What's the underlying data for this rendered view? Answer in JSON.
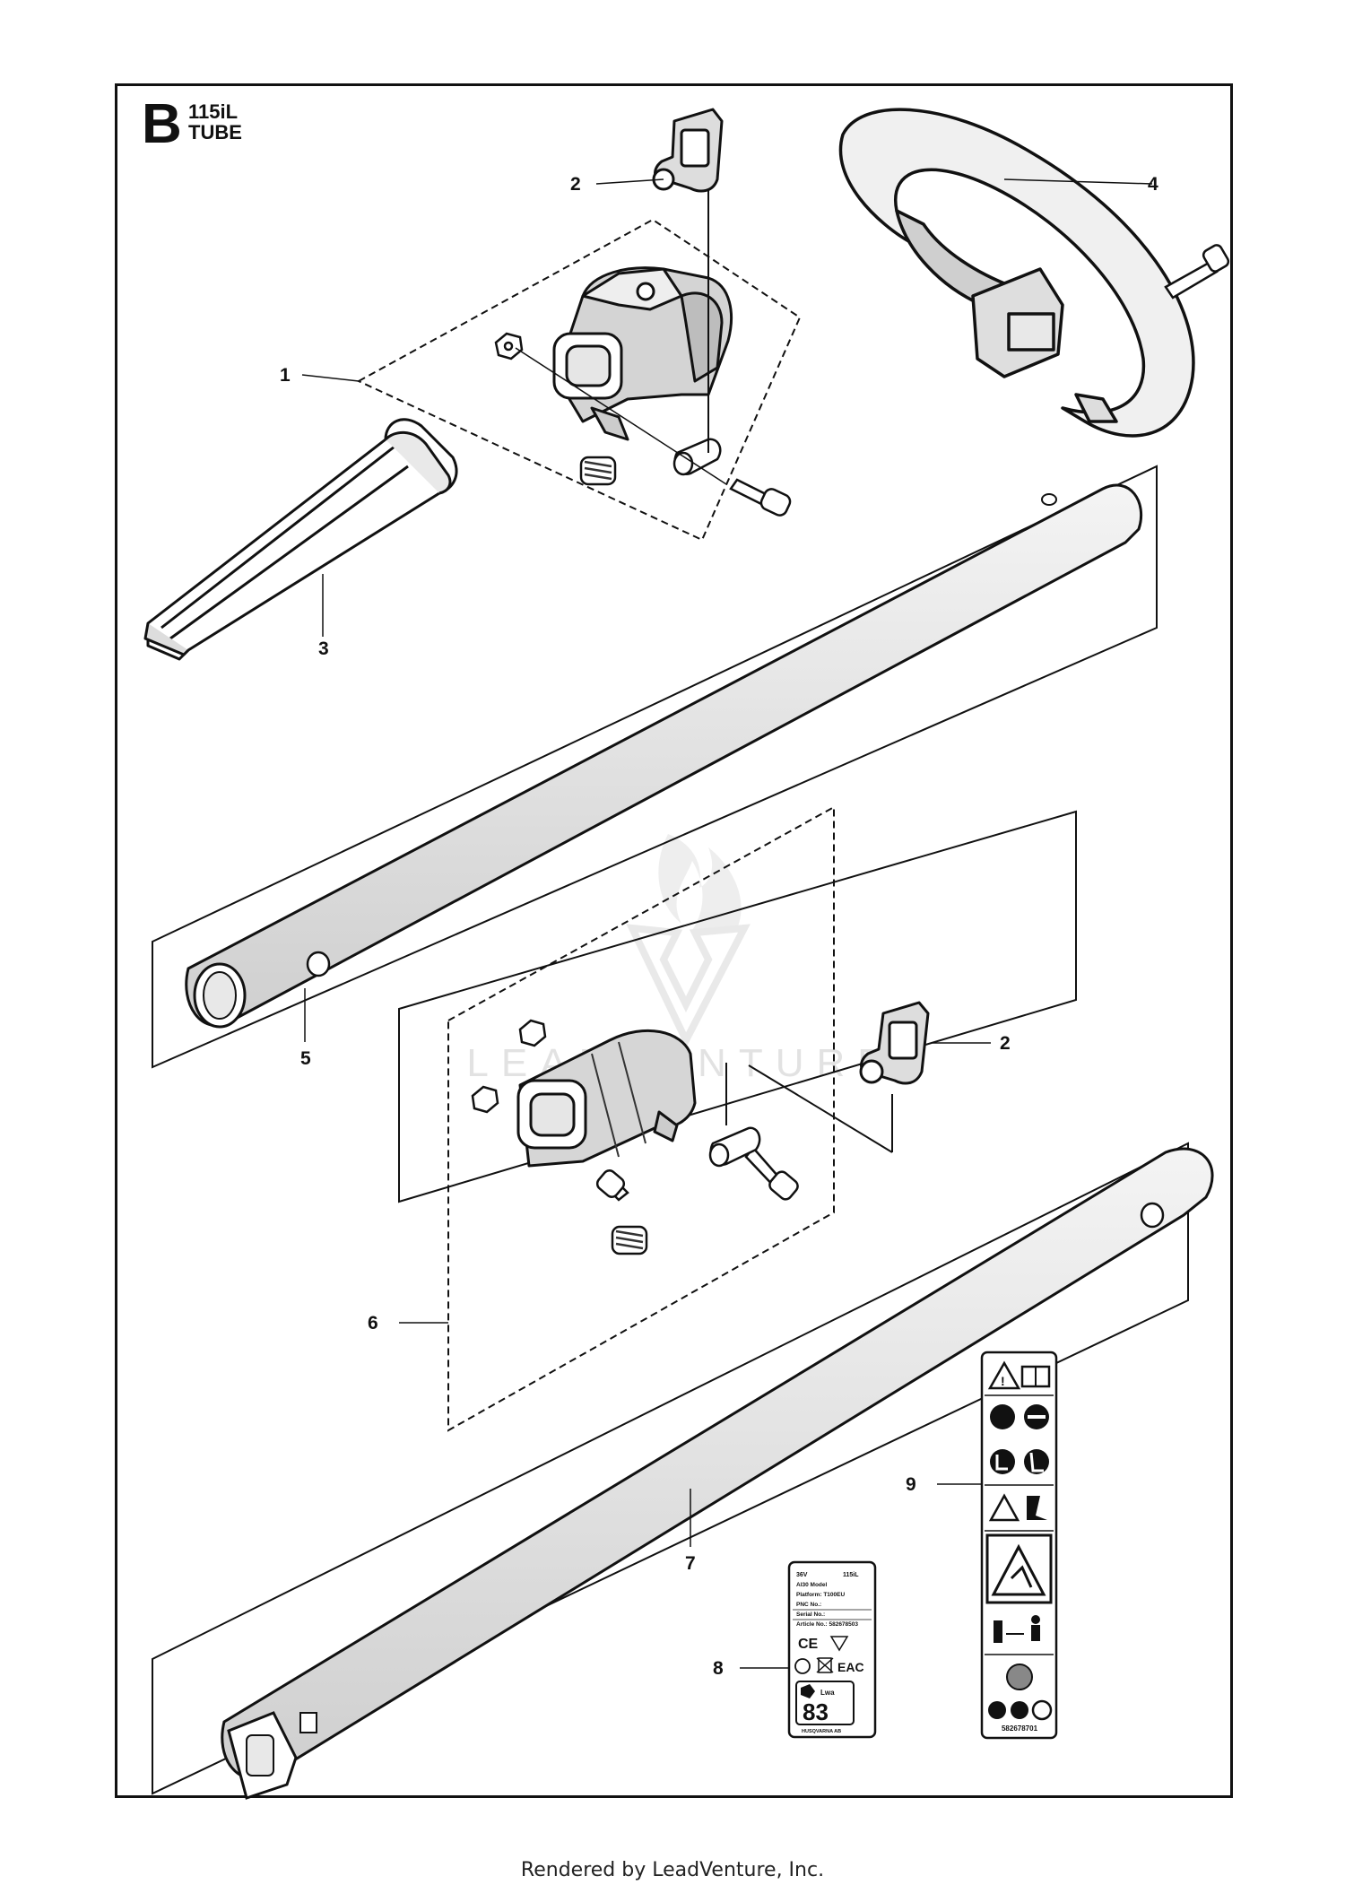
{
  "header": {
    "letter": "B",
    "model": "115iL",
    "section": "TUBE"
  },
  "callouts": [
    {
      "id": "1",
      "text": "1"
    },
    {
      "id": "2a",
      "text": "2"
    },
    {
      "id": "2b",
      "text": "2"
    },
    {
      "id": "3",
      "text": "3"
    },
    {
      "id": "4",
      "text": "4"
    },
    {
      "id": "5",
      "text": "5"
    },
    {
      "id": "6",
      "text": "6"
    },
    {
      "id": "7",
      "text": "7"
    },
    {
      "id": "8",
      "text": "8"
    },
    {
      "id": "9",
      "text": "9"
    }
  ],
  "label8": {
    "line1_left": "36V",
    "line1_right": "115iL",
    "line2": "AI30 Model",
    "line3": "Platform: T100EU",
    "line4": "PNC No.:",
    "line5": "Serial No.:",
    "line6": "Article No.: 582678503",
    "mark_ce": "CE",
    "mark_eac": "EAC",
    "power_value": "83",
    "power_unit": "Lwa",
    "footer": "HUSQVARNA AB"
  },
  "label9": {
    "part_number": "582678701"
  },
  "watermark": "LEADVENTURE",
  "footer_text": "Rendered by LeadVenture, Inc."
}
